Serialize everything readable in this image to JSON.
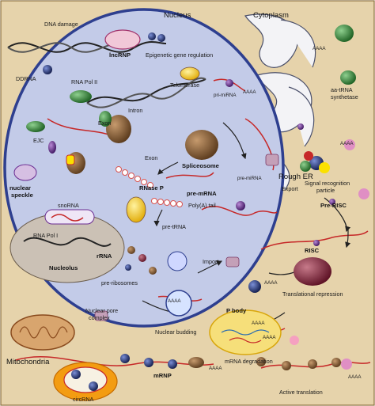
{
  "compartments": {
    "nucleus": "Nucleus",
    "cytoplasm": "Cytoplasm",
    "nucleolus": "Nucleolus",
    "mitochondria": "Mitochondria",
    "rough_er": "Rough ER"
  },
  "nuclear_labels": {
    "dna_damage": "DNA damage",
    "lncrnp": "lncRNP",
    "epigenetic": "Epigenetic gene regulation",
    "ddrna": "DDRNA",
    "rna_pol_ii": "RNA Pol II",
    "telomerase": "Telomerase",
    "pri_mirna": "pri-miRNA",
    "aaaa_1": "AAAA",
    "ejc": "EJC",
    "exon_1": "Exon",
    "intron": "Intron",
    "exon_2": "Exon",
    "spliceosome": "Spliceosome",
    "nuclear_speckle_1": "nuclear",
    "nuclear_speckle_2": "speckle",
    "pre_mrna": "pre-mRNA",
    "pre_mirna": "pre-miRNA",
    "rnase_p": "RNase P",
    "pre_trna": "pre-tRNA",
    "polya_tail": "Poly(A) tail",
    "snorna": "snoRNA",
    "rna_pol_i": "RNA Pol I",
    "rrna": "rRNA",
    "pre_ribosomes": "pre-ribosomes",
    "import": "Import",
    "nuclear_budding": "Nuclear budding",
    "aaaa_bud": "AAAA"
  },
  "cytoplasm_labels": {
    "aaaa_golgi": "AAAA",
    "aa_trna_1": "aa-tRNA",
    "aa_trna_2": "synthetase",
    "aaaa_right": "AAAA",
    "export": "Export",
    "srp_1": "Signal recognition",
    "srp_2": "particle",
    "pre_risc": "Pre-RISC",
    "risc": "RISC",
    "aaaa_risc": "AAAA",
    "translational_repression": "Translational repression",
    "nuclear_pore_1": "Nuclear pore",
    "nuclear_pore_2": "complex",
    "p_body": "P body",
    "aaaa_pbody_1": "AAAA",
    "aaaa_pbody_2": "AAAA",
    "mrna_degradation": "mRNA degradation",
    "mrnp": "mRNP",
    "aaaa_mrnp": "AAAA",
    "circrna": "circRNA",
    "active_translation": "Active translation",
    "aaaa_active": "AAAA"
  },
  "colors": {
    "cytoplasm": "#e4cfa4",
    "nucleus_fill": "#c3cbe8",
    "nucleus_edge": "#2e3f8f",
    "nucleolus": "#c9bfb3",
    "rna_red": "#c62828",
    "dna_dark": "#222222",
    "green": "#2e7d32",
    "purple": "#6a2c91",
    "navy": "#1b2a6b",
    "brown": "#7a5230",
    "yellow": "#f2c200",
    "orange_circ": "#f39c12"
  }
}
